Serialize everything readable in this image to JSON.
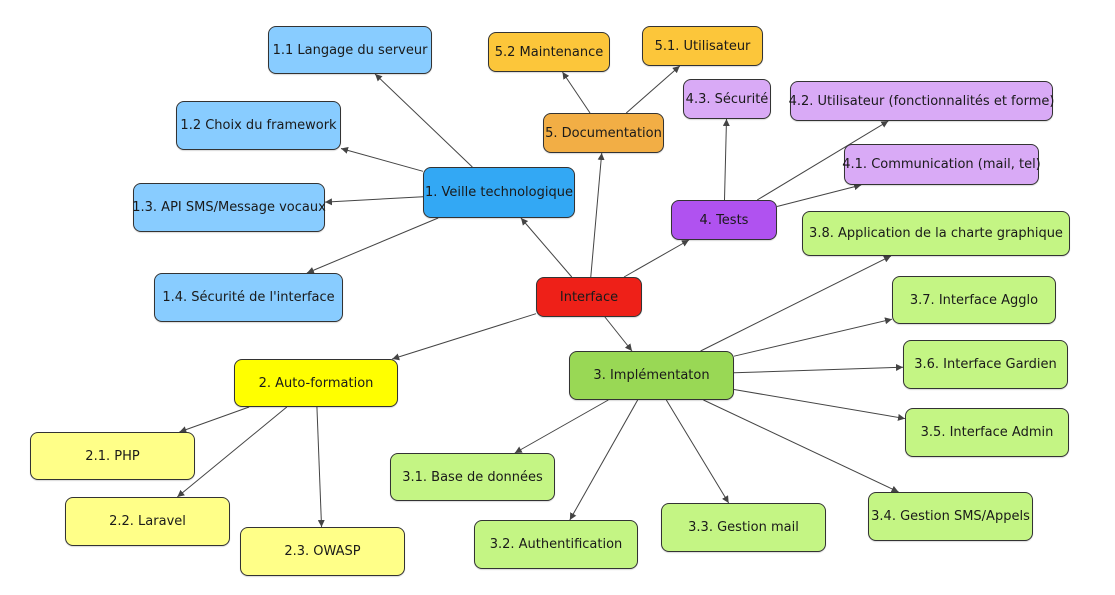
{
  "colors": {
    "root": "#ee2018",
    "blue_dark": "#33a8f4",
    "blue_light": "#88ccff",
    "yellow_dark": "#ffff00",
    "yellow_light": "#ffff88",
    "green_dark": "#99d855",
    "green_light": "#c4f584",
    "purple_dark": "#b052f0",
    "purple_light": "#d9aaf6",
    "orange_dark": "#f2ae45",
    "orange_light": "#fcc63a",
    "edge": "#444444"
  },
  "nodes": {
    "root": "Interface",
    "n1": "1. Veille technologique",
    "n1_1": "1.1 Langage du serveur",
    "n1_2": "1.2 Choix du framework",
    "n1_3": "1.3. API SMS/Message vocaux",
    "n1_4": "1.4. Sécurité de l'interface",
    "n2": "2. Auto-formation",
    "n2_1": "2.1. PHP",
    "n2_2": "2.2. Laravel",
    "n2_3": "2.3. OWASP",
    "n3": "3. Implémentaton",
    "n3_1": "3.1. Base de données",
    "n3_2": "3.2. Authentification",
    "n3_3": "3.3. Gestion mail",
    "n3_4": "3.4. Gestion SMS/Appels",
    "n3_5": "3.5. Interface Admin",
    "n3_6": "3.6. Interface Gardien",
    "n3_7": "3.7. Interface Agglo",
    "n3_8": "3.8. Application de la charte graphique",
    "n4": "4. Tests",
    "n4_1": "4.1. Communication (mail, tel)",
    "n4_2": "4.2. Utilisateur (fonctionnalités et forme)",
    "n4_3": "4.3. Sécurité",
    "n5": "5. Documentation",
    "n5_1": "5.1. Utilisateur",
    "n5_2": "5.2 Maintenance"
  },
  "edges": [
    [
      "root",
      "n1"
    ],
    [
      "root",
      "n2"
    ],
    [
      "root",
      "n3"
    ],
    [
      "root",
      "n4"
    ],
    [
      "root",
      "n5"
    ],
    [
      "n1",
      "n1_1"
    ],
    [
      "n1",
      "n1_2"
    ],
    [
      "n1",
      "n1_3"
    ],
    [
      "n1",
      "n1_4"
    ],
    [
      "n2",
      "n2_1"
    ],
    [
      "n2",
      "n2_2"
    ],
    [
      "n2",
      "n2_3"
    ],
    [
      "n3",
      "n3_1"
    ],
    [
      "n3",
      "n3_2"
    ],
    [
      "n3",
      "n3_3"
    ],
    [
      "n3",
      "n3_4"
    ],
    [
      "n3",
      "n3_5"
    ],
    [
      "n3",
      "n3_6"
    ],
    [
      "n3",
      "n3_7"
    ],
    [
      "n3",
      "n3_8"
    ],
    [
      "n4",
      "n4_1"
    ],
    [
      "n4",
      "n4_2"
    ],
    [
      "n4",
      "n4_3"
    ],
    [
      "n5",
      "n5_1"
    ],
    [
      "n5",
      "n5_2"
    ]
  ]
}
